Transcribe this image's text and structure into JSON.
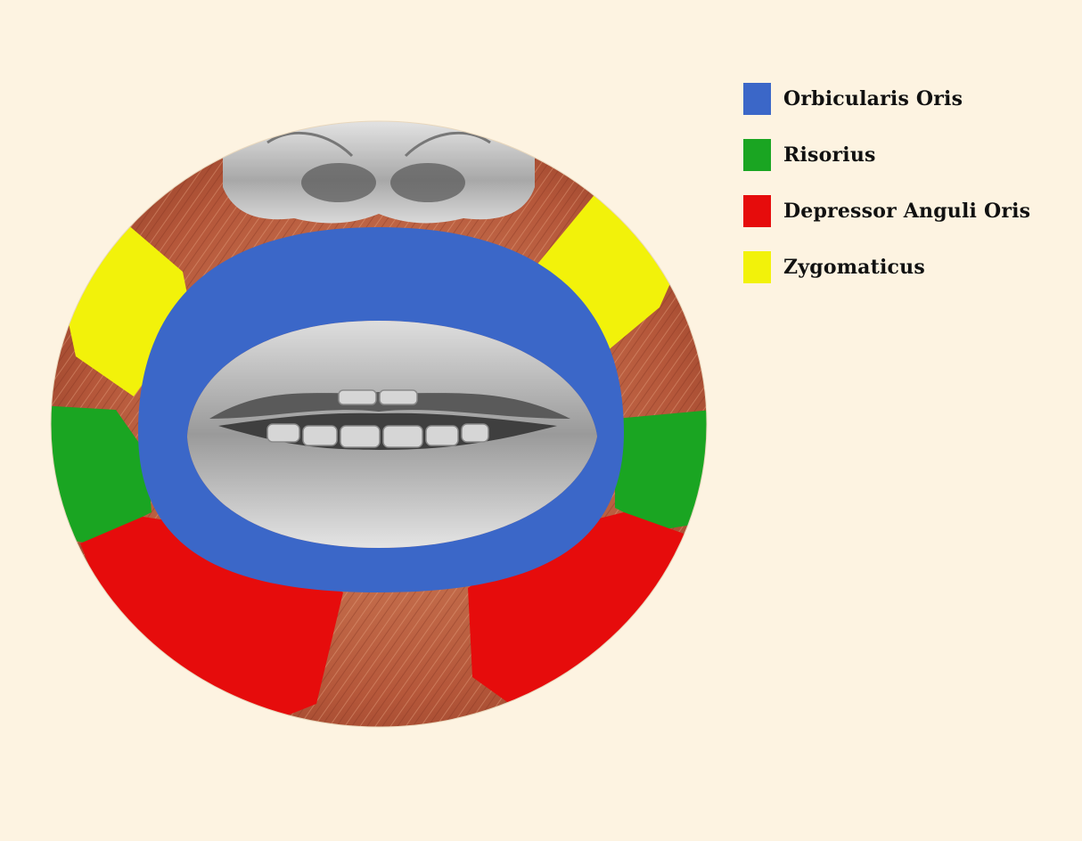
{
  "legend": {
    "items": [
      {
        "label": "Orbicularis Oris",
        "color": "#3b67c8",
        "icon": "blue-square-swatch"
      },
      {
        "label": "Risorius",
        "color": "#1aa522",
        "icon": "green-square-swatch"
      },
      {
        "label": "Depressor Anguli Oris",
        "color": "#e60c0c",
        "icon": "red-square-swatch"
      },
      {
        "label": "Zygomaticus",
        "color": "#f2f20a",
        "icon": "yellow-square-swatch"
      }
    ]
  },
  "colors": {
    "background": "#fdf3e1",
    "muscle_tissue": "#b8583a",
    "lips_gray": "#c9c9c9"
  }
}
